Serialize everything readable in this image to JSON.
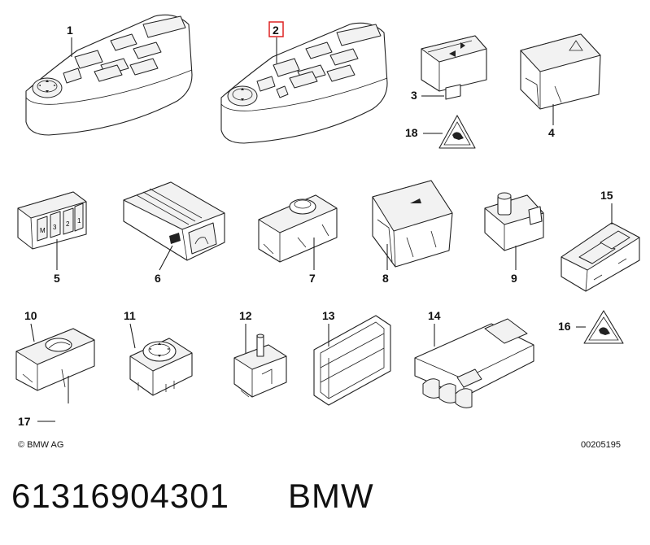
{
  "diagram": {
    "selected_callout": "2",
    "callouts": {
      "c1": "1",
      "c2": "2",
      "c3": "3",
      "c4": "4",
      "c5": "5",
      "c6": "6",
      "c7": "7",
      "c8": "8",
      "c9": "9",
      "c10": "10",
      "c11": "11",
      "c12": "12",
      "c13": "13",
      "c14": "14",
      "c15": "15",
      "c16": "16",
      "c17": "17",
      "c18": "18"
    },
    "copyright": "© BMW AG",
    "drawing_id": "00205195"
  },
  "footer": {
    "part_number": "61316904301",
    "brand": "BMW"
  }
}
